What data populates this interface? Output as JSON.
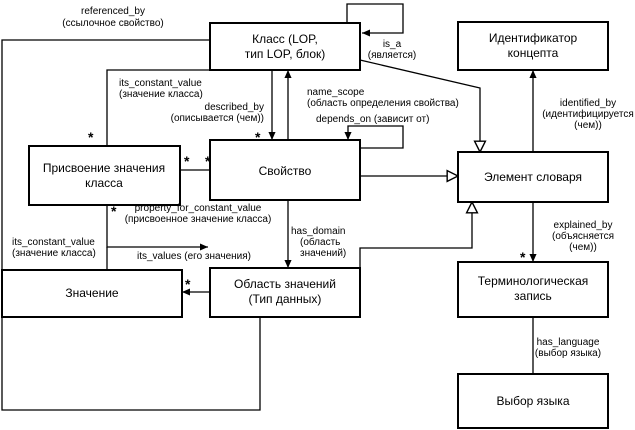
{
  "boxes": {
    "klass": [
      "Класс (LOP,",
      "тип LOP, блок)"
    ],
    "identifier": [
      "Идентификатор",
      "концепта"
    ],
    "assignment": [
      "Присвоение значения",
      "класса"
    ],
    "property": [
      "Свойство"
    ],
    "dict_element": [
      "Элемент словаря"
    ],
    "value": [
      "Значение"
    ],
    "value_domain": [
      "Область значений",
      "(Тип данных)"
    ],
    "term_record": [
      "Терминологическая",
      "запись"
    ],
    "language": [
      "Выбор языка"
    ]
  },
  "labels": {
    "referenced_by": [
      "referenced_by",
      "(ссылочное свойство)"
    ],
    "is_a": [
      "is_a",
      "(является)"
    ],
    "its_constant_value_top": [
      "its_constant_value",
      "(значение класса)"
    ],
    "described_by": [
      "described_by",
      "(описывается (чем))"
    ],
    "name_scope": [
      "name_scope",
      "(область определения свойства)"
    ],
    "depends_on": [
      "depends_on (зависит от)"
    ],
    "identified_by": [
      "identified_by",
      "(идентифицируется",
      "(чем))"
    ],
    "property_for_constant_value": [
      "property_for_constant_value",
      "(присвоенное значение класса)"
    ],
    "its_constant_value_left": [
      "its_constant_value",
      "(значение класса)"
    ],
    "has_domain": [
      "has_domain",
      "(область",
      "значений)"
    ],
    "its_values": [
      "its_values (его значения)"
    ],
    "explained_by": [
      "explained_by",
      "(объясняется",
      "(чем))"
    ],
    "has_language": [
      "has_language",
      "(выбор языка)"
    ]
  },
  "multiplicity": "*"
}
